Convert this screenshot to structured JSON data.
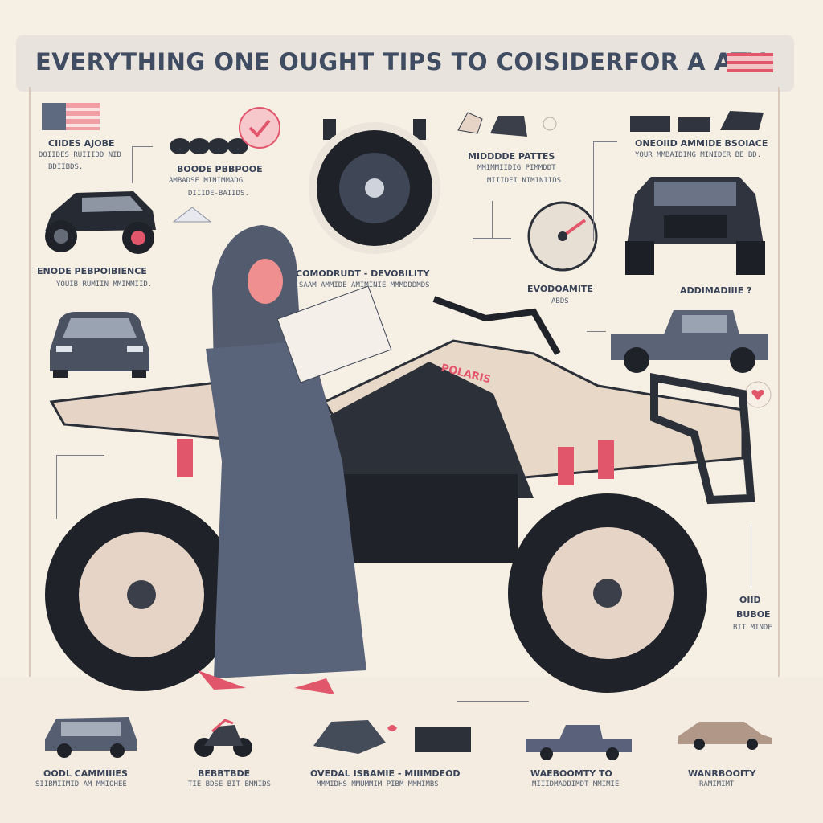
{
  "title": "EVERYTHING ONE OUGHT TIPS TO COISIDERFOR A ATV",
  "labels": {
    "top_left": "CIIDES AJOBE",
    "top_left_sub": "DOIIDES RUIIIDD NID",
    "top_left_sub2": "BDIIBDS.",
    "upper_mid": "BOODE PBBPOOE",
    "upper_mid_sub": "AMBADSE MINIMMADG",
    "upper_mid_sub2": "DIIIDE-BAIIDS.",
    "mid_top": "MIDDDDE PATTES",
    "mid_top_sub": "MMIMMIIDIG PIMMDDT",
    "mid_top_sub2": "MIIIDEI NIMINIIDS",
    "right_top": "ONEOIID AMMIDE BSOIACE",
    "right_top_sub": "YOUR MMBAIDIMG MINIDER BE BD.",
    "engine": "ENODE PEBPOIBIENCE",
    "engine_sub": "YOUIB RUMIIN MMIMMIID.",
    "comfort": "COMODRUDT - DEVOBILITY",
    "comfort_sub": "SAAM AMMIDE AMIMINIE MMMDDDMDS",
    "gauge": "EVODOAMITE",
    "gauge_sub": "ABDS",
    "question": "ADDIMADIIIE ?",
    "right_side": "OIID",
    "right_side2": "BUBOE",
    "right_side_sub": "BIT MINDE",
    "bottom_1": "OODL CAMMIIIES",
    "bottom_1_sub": "SIIBMIIMID AM MMIOHEE",
    "bottom_2": "BEBBTBDE",
    "bottom_2_sub": "TIE BDSE BIT BMNIDS",
    "bottom_3": "OVEDAL ISBAMIE - MIIIMDEOD",
    "bottom_3_sub": "MMMIDHS MMUMMIM PIBM MMMIMBS",
    "bottom_4": "WAEBOOMTY TO",
    "bottom_4_sub": "MIIIDMADDIMDT MMIMIE",
    "bottom_5": "WANRBOOITY",
    "bottom_5_sub": "RAMIMIMT",
    "atv_brand": "POLARIS"
  },
  "colors": {
    "accent": "#e2566c",
    "navy": "#3f4c62",
    "sand": "#e8d8c8",
    "tire": "#22252c",
    "cloth": "#525c6e"
  }
}
